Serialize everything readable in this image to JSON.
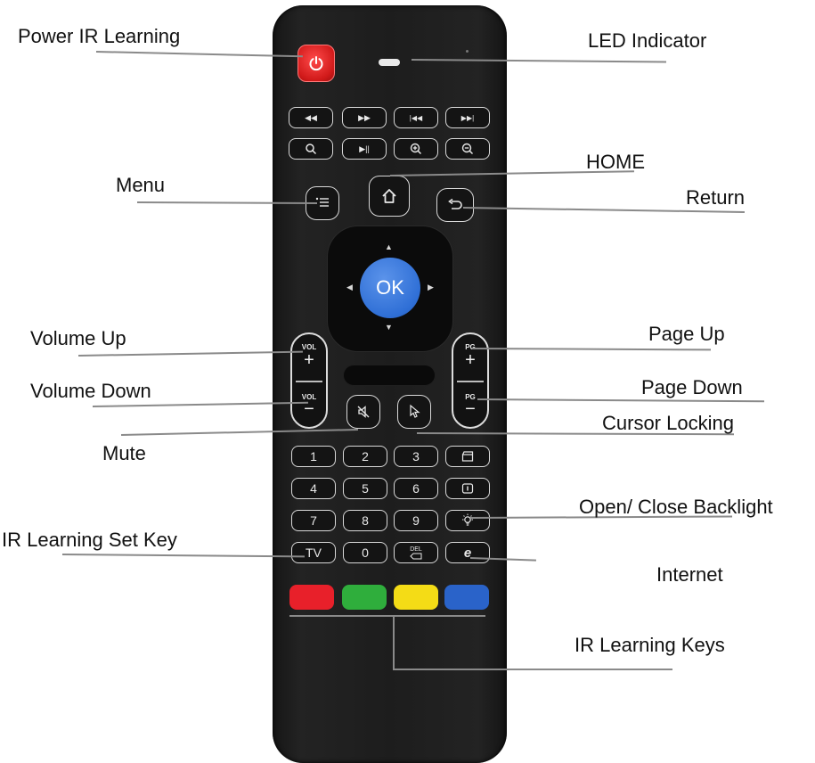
{
  "labels": {
    "power_ir_learning": "Power IR Learning",
    "led_indicator": "LED Indicator",
    "home": "HOME",
    "menu": "Menu",
    "return": "Return",
    "volume_up": "Volume Up",
    "page_up": "Page Up",
    "volume_down": "Volume Down",
    "page_down": "Page Down",
    "cursor_locking": "Cursor Locking",
    "mute": "Mute",
    "open_close_backlight": "Open/ Close Backlight",
    "ir_learning_set_key": "IR Learning Set Key",
    "internet": "Internet",
    "ir_learning_keys": "IR Learning Keys"
  },
  "remote": {
    "ok_label": "OK",
    "vol_label": "VOL",
    "pg_label": "PG",
    "plus": "+",
    "minus": "−",
    "media_row1": [
      "◀◀",
      "▶▶",
      "|◀◀",
      "▶▶|"
    ],
    "media_row2": [
      "🔍",
      "▶||",
      "⊕",
      "⊖"
    ],
    "numpad": {
      "row1": [
        "1",
        "2",
        "3",
        "🎬"
      ],
      "row2": [
        "4",
        "5",
        "6",
        "⓵"
      ],
      "row3": [
        "7",
        "8",
        "9",
        "☼"
      ],
      "row4": [
        "TV",
        "0",
        "DEL",
        "e"
      ]
    },
    "color_keys": [
      "#e8202a",
      "#2fae3c",
      "#f4dc16",
      "#2a63c9"
    ],
    "power_color": "#e0201e",
    "ok_color": "#2f6fd6"
  }
}
